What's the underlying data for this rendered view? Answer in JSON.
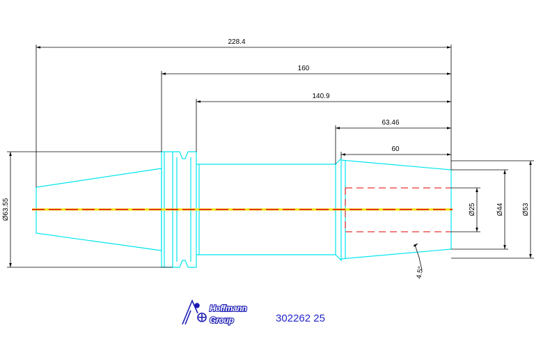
{
  "dimensions": {
    "overall_length": "228.4",
    "length_160": "160",
    "length_140": "140.9",
    "length_63": "63.46",
    "length_60": "60",
    "diameter_flange": "Ø63.55",
    "diameter_bore": "Ø25",
    "diameter_nose": "Ø44",
    "diameter_outer": "Ø53",
    "angle": "4.5°"
  },
  "logo": {
    "line1": "Hoffmann",
    "line2": "Group"
  },
  "part_number": "302262 25",
  "colors": {
    "outline": "#00e5ee",
    "dimension": "#000000",
    "centerline_red": "#e00000",
    "centerline_yellow": "#f0e000",
    "hidden_bore": "#e00000",
    "logo": "#1a1ab4",
    "part_number": "#2323c8"
  }
}
